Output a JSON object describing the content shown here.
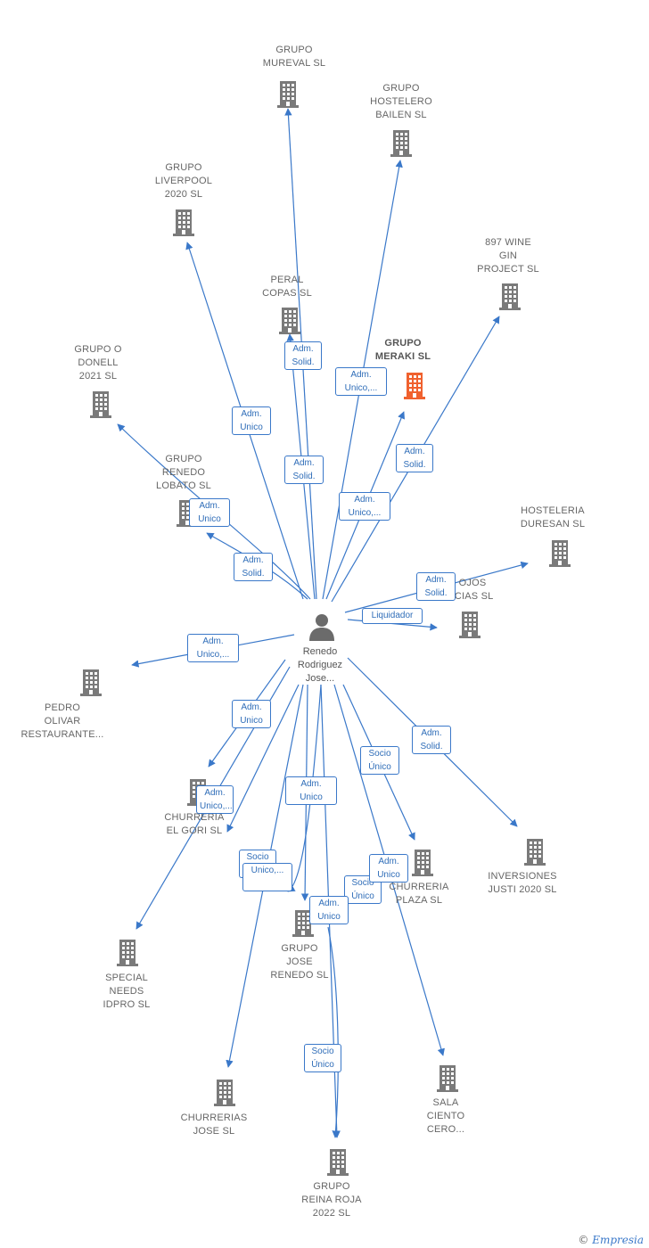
{
  "colors": {
    "edge": "#3a78c9",
    "company": "#7a7a7a",
    "highlight": "#f0612e",
    "person": "#6b6b6b"
  },
  "center": {
    "name": "Renedo\nRodriguez\nJose...",
    "icon": "person-icon"
  },
  "companies": [
    {
      "id": "mureval",
      "label": "GRUPO\nMUREVAL  SL"
    },
    {
      "id": "hostelero",
      "label": "GRUPO\nHOSTELERO\nBAILEN  SL"
    },
    {
      "id": "liverpool",
      "label": "GRUPO\nLIVERPOOL\n2020  SL"
    },
    {
      "id": "897",
      "label": "897 WINE\nGIN\nPROJECT  SL"
    },
    {
      "id": "peral",
      "label": "PERAL\nCOPAS SL"
    },
    {
      "id": "meraki",
      "label": "GRUPO\nMERAKI  SL",
      "highlight": true
    },
    {
      "id": "odonell",
      "label": "GRUPO O\nDONELL\n2021  SL"
    },
    {
      "id": "renedo_lobato",
      "label": "GRUPO\nRENEDO\nLOBATO SL"
    },
    {
      "id": "duresan",
      "label": "HOSTELERIA\nDURESAN SL"
    },
    {
      "id": "ojos",
      "label": "OJOS\nICIAS SL"
    },
    {
      "id": "pedro",
      "label": "PEDRO\nOLIVAR\nRESTAURANTE..."
    },
    {
      "id": "gori",
      "label": "CHURRERIA\nEL GORI  SL"
    },
    {
      "id": "inversiones",
      "label": "INVERSIONES\nJUSTI 2020  SL"
    },
    {
      "id": "plaza",
      "label": "CHURRERIA\nPLAZA  SL"
    },
    {
      "id": "special",
      "label": "SPECIAL\nNEEDS\nIDPRO  SL"
    },
    {
      "id": "jose_renedo",
      "label": "GRUPO\nJOSE\nRENEDO  SL"
    },
    {
      "id": "churrerias_jose",
      "label": "CHURRERIAS\nJOSE  SL"
    },
    {
      "id": "sala",
      "label": "SALA\nCIENTO\nCERO..."
    },
    {
      "id": "reina",
      "label": "GRUPO\nREINA ROJA\n2022  SL"
    }
  ],
  "relations": [
    "Adm.\nSolid.",
    "Adm.\nUnico,...",
    "Adm.\nUnico",
    "Adm.\nSolid.",
    "Adm.\nSolid.",
    "Adm.\nUnico",
    "Adm.\nUnico,...",
    "Adm.\nSolid.",
    "Adm.\nSolid.",
    "Liquidador",
    "Adm.\nUnico,...",
    "Adm.\nUnico",
    "Adm.\nSolid.",
    "Socio\nÚnico",
    "Adm.\nUnico,...",
    "Adm.\nUnico",
    "Socio\nÚnico",
    "Unico,...",
    "Socio\nÚnico",
    "Adm.\nUnico",
    "Adm.\nUnico",
    "Socio\nÚnico"
  ],
  "footer": {
    "copyright": "©",
    "brand": "Empresia"
  }
}
